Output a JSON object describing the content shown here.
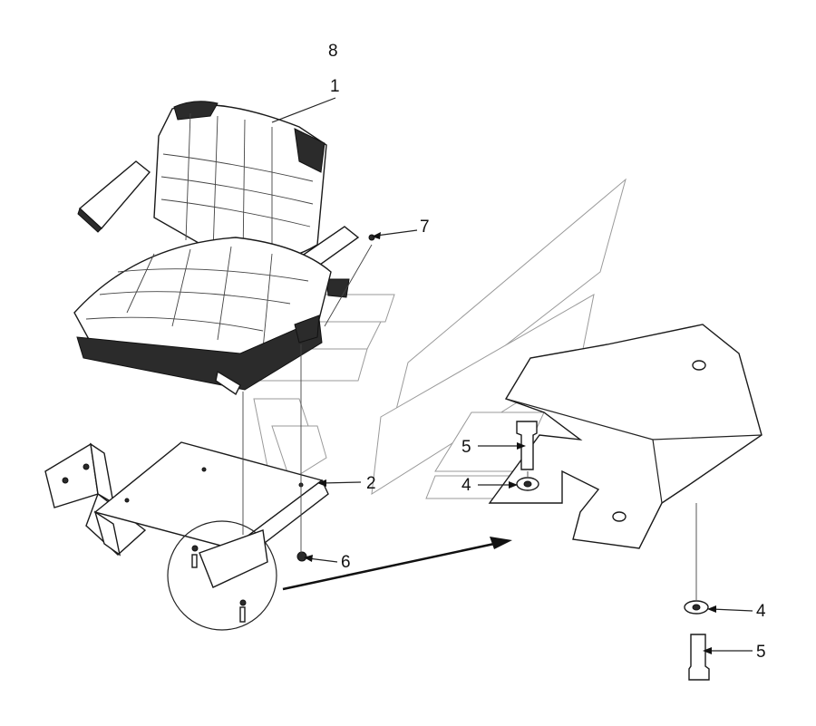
{
  "colors": {
    "line": "#222222",
    "background": "#ffffff",
    "watermark": "#9a9a9a"
  },
  "callouts": [
    {
      "id": "8",
      "text": "8"
    },
    {
      "id": "1",
      "text": "1"
    },
    {
      "id": "7",
      "text": "7"
    },
    {
      "id": "2",
      "text": "2"
    },
    {
      "id": "6",
      "text": "6"
    },
    {
      "id": "5a",
      "text": "5"
    },
    {
      "id": "4a",
      "text": "4"
    },
    {
      "id": "4b",
      "text": "4"
    },
    {
      "id": "5b",
      "text": "5"
    }
  ]
}
